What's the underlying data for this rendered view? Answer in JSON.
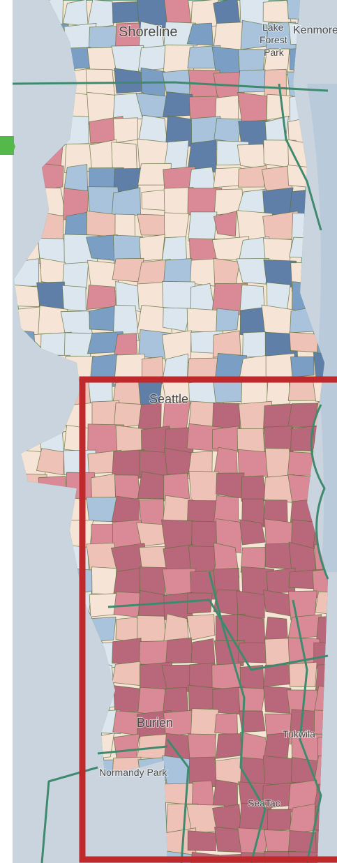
{
  "map": {
    "place_labels": {
      "shoreline": "Shoreline",
      "lake_forest_park_1": "Lake",
      "lake_forest_park_2": "Forest",
      "lake_forest_park_3": "Park",
      "kenmore": "Kenmore",
      "seattle": "Seattle",
      "burien": "Burien",
      "normandy_park": "Normandy Park",
      "tukwila": "Tukwila",
      "seatac": "SeaTac"
    },
    "colors": {
      "water": "#c9d4de",
      "background_land": "#d8d8d8",
      "boundary_stroke": "#3f8a6e",
      "highlight_box": "#c0292b",
      "arrow": "#55b84a",
      "dark_red": "#b8687a",
      "medium_red": "#d98a96",
      "light_red": "#efc2b8",
      "pale_peach": "#f6e4d6",
      "pale_blue": "#dbe6ef",
      "light_blue": "#a9c3dc",
      "medium_blue": "#7b9fc4",
      "dark_blue": "#5f7fa8"
    }
  }
}
